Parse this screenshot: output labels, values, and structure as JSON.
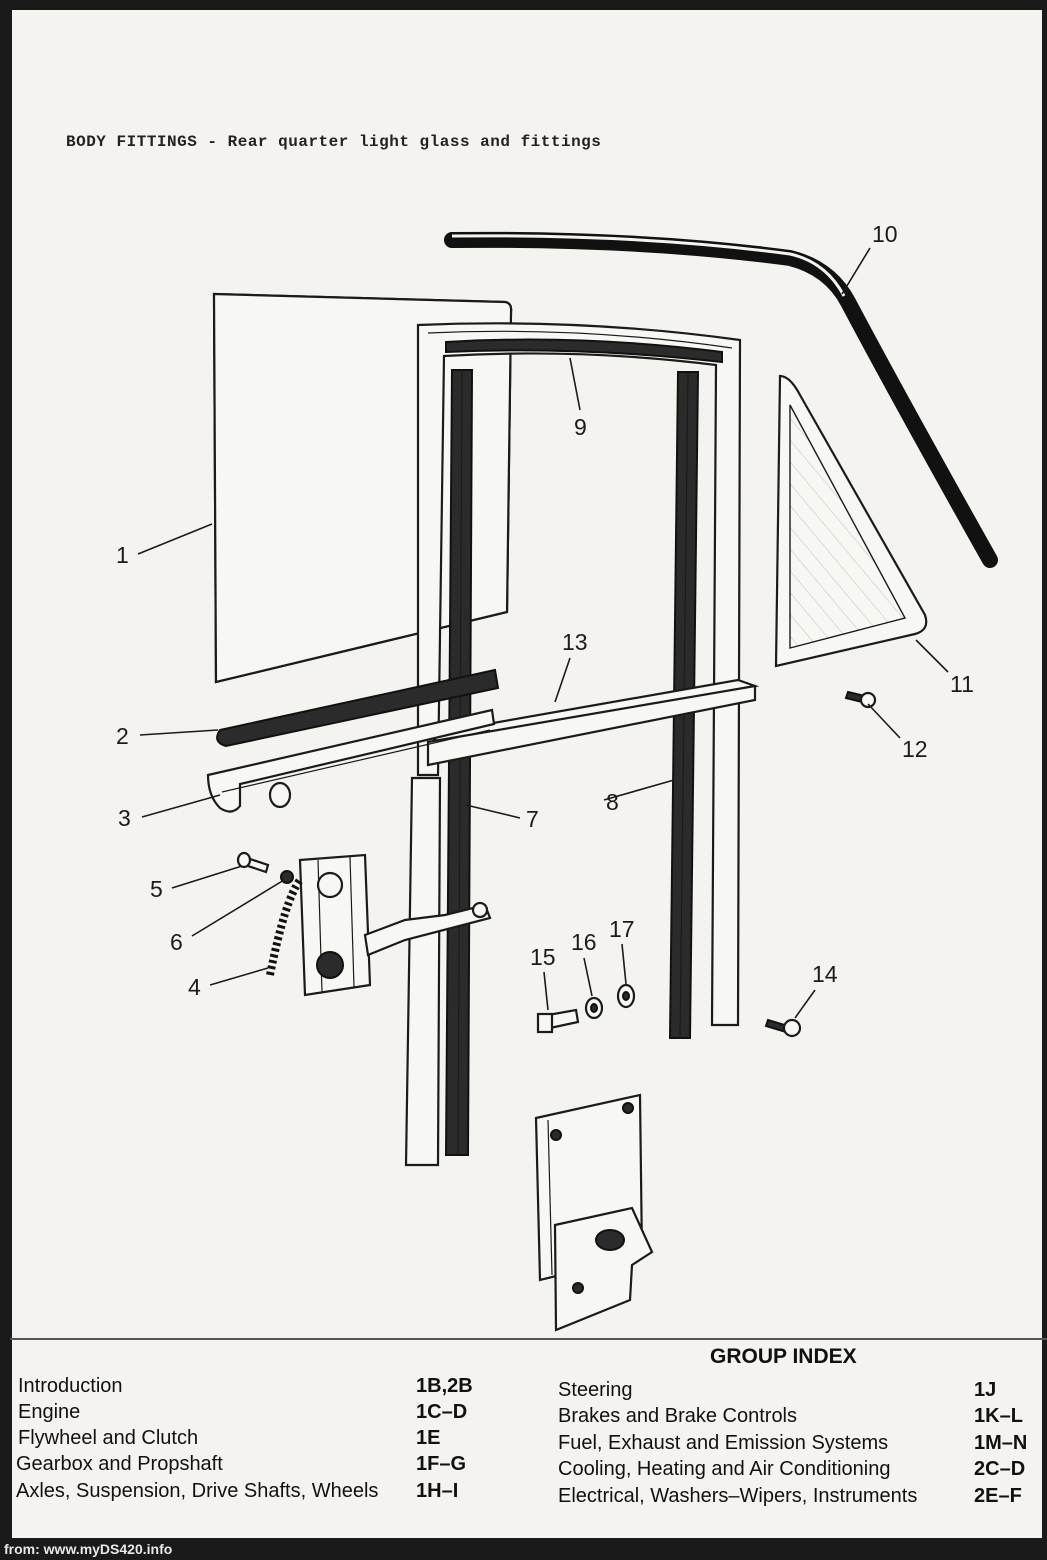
{
  "header": {
    "title": "BODY FITTINGS - Rear quarter light glass and fittings"
  },
  "diagram": {
    "callouts": [
      "1",
      "2",
      "3",
      "4",
      "5",
      "6",
      "7",
      "8",
      "9",
      "10",
      "11",
      "12",
      "13",
      "14",
      "15",
      "16",
      "17"
    ]
  },
  "group_index": {
    "title": "GROUP INDEX",
    "left": [
      {
        "label": "Introduction",
        "code": "1B,2B"
      },
      {
        "label": "Engine",
        "code": "1C–D"
      },
      {
        "label": "Flywheel and Clutch",
        "code": "1E"
      },
      {
        "label": "Gearbox and Propshaft",
        "code": "1F–G"
      },
      {
        "label": "Axles, Suspension, Drive Shafts, Wheels",
        "code": "1H–I"
      }
    ],
    "right": [
      {
        "label": "Steering",
        "code": "1J"
      },
      {
        "label": "Brakes and Brake Controls",
        "code": "1K–L"
      },
      {
        "label": "Fuel, Exhaust and Emission Systems",
        "code": "1M–N"
      },
      {
        "label": "Cooling, Heating and Air Conditioning",
        "code": "2C–D"
      },
      {
        "label": "Electrical, Washers–Wipers, Instruments",
        "code": "2E–F"
      }
    ]
  },
  "footer": {
    "source": "from: www.myDS420.info"
  }
}
